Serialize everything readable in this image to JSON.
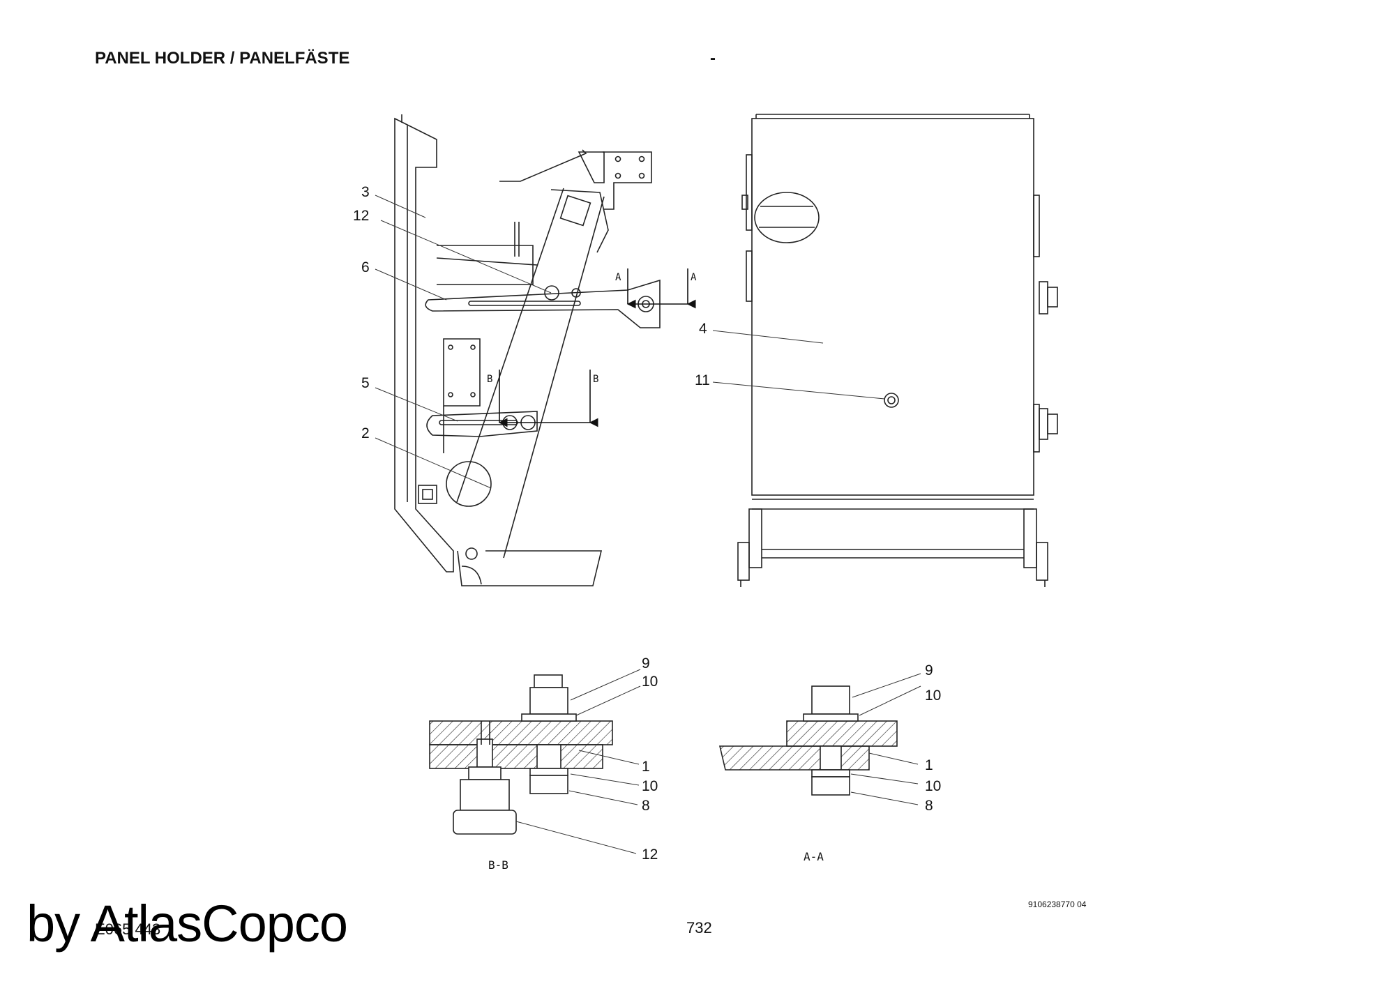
{
  "header": {
    "title": "PANEL HOLDER / PANELFÄSTE",
    "dash": "-"
  },
  "callouts": {
    "side": [
      "3",
      "12",
      "6",
      "5",
      "2"
    ],
    "front": [
      "4",
      "11"
    ],
    "bb": [
      "9",
      "10",
      "1",
      "10",
      "8",
      "12"
    ],
    "aa": [
      "9",
      "10",
      "1",
      "10",
      "8"
    ]
  },
  "section_marks": {
    "a": "A",
    "b": "B"
  },
  "section_labels": {
    "bb": "B-B",
    "aa": "A-A"
  },
  "footer": {
    "doc_number": "9106238770 04",
    "left_code": "E065 443",
    "page_number": "732",
    "watermark": "by AtlasCopco"
  }
}
